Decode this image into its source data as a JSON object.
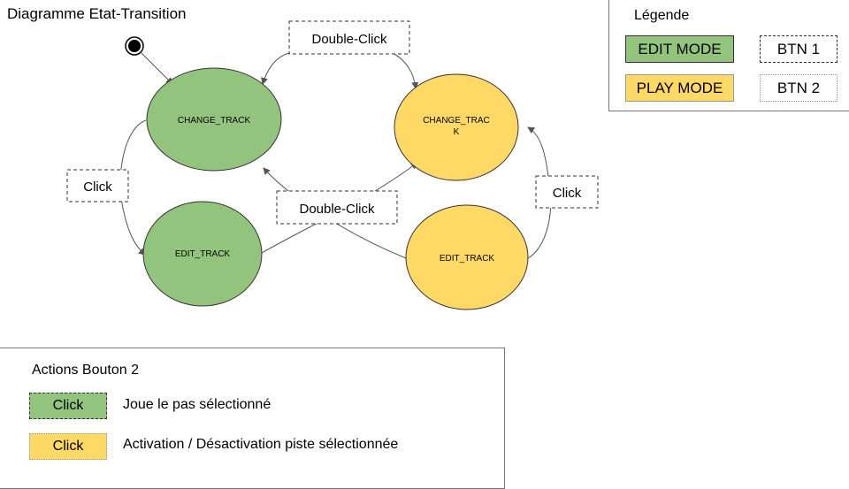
{
  "title": "Diagramme Etat-Transition",
  "states": {
    "change_track_green": "CHANGE_TRACK",
    "change_track_yellow_line1": "CHANGE_TRAC",
    "change_track_yellow_line2": "K",
    "edit_track_green": "EDIT_TRACK",
    "edit_track_yellow": "EDIT_TRACK"
  },
  "transitions": {
    "double_click_top": "Double-Click",
    "double_click_middle": "Double-Click",
    "click_left": "Click",
    "click_right": "Click"
  },
  "legend": {
    "title": "Légende",
    "edit_mode": "EDIT MODE",
    "play_mode": "PLAY MODE",
    "btn1": "BTN 1",
    "btn2": "BTN 2"
  },
  "actions": {
    "title": "Actions Bouton 2",
    "items": [
      {
        "chip": "Click",
        "text": "Joue le pas sélectionné"
      },
      {
        "chip": "Click",
        "text": "Activation / Désactivation piste sélectionnée"
      }
    ]
  },
  "colors": {
    "edit_mode": "#93c47d",
    "play_mode": "#ffd966"
  }
}
